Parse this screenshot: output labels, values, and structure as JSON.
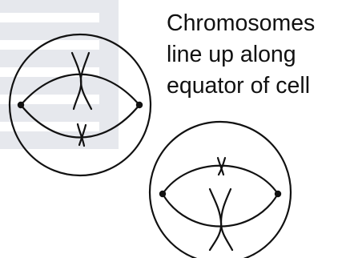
{
  "caption": {
    "lines": [
      "Chromosomes",
      "line up along",
      "equator of cell"
    ]
  },
  "colors": {
    "watermark": "#e6e8ed",
    "ink": "#111111",
    "background": "#ffffff"
  }
}
